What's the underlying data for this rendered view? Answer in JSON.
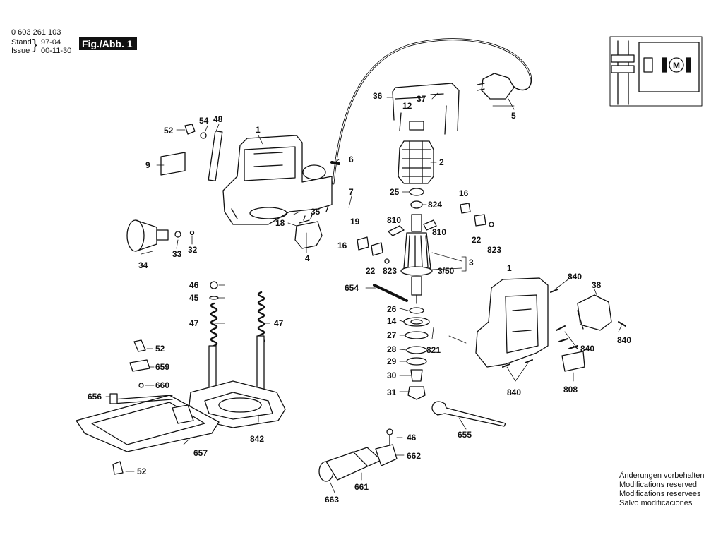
{
  "header": {
    "part_number": "0 603 261 103",
    "stand_label": "Stand",
    "stand_value": "97-04",
    "issue_label": "Issue",
    "issue_value": "00-11-30",
    "figure_label": "Fig./Abb. 1"
  },
  "labels": {
    "l1a": "1",
    "l1b": "1",
    "l2": "2",
    "l3": "3",
    "l3_50": "3/50",
    "l4": "4",
    "l5": "5",
    "l6": "6",
    "l7": "7",
    "l9": "9",
    "l12": "12",
    "l14": "14",
    "l16a": "16",
    "l16b": "16",
    "l18": "18",
    "l19": "19",
    "l22a": "22",
    "l22b": "22",
    "l25": "25",
    "l26": "26",
    "l27": "27",
    "l28": "28",
    "l29": "29",
    "l30": "30",
    "l31": "31",
    "l32": "32",
    "l33": "33",
    "l34": "34",
    "l35": "35",
    "l36": "36",
    "l37": "37",
    "l38": "38",
    "l45": "45",
    "l46a": "46",
    "l46b": "46",
    "l47a": "47",
    "l47b": "47",
    "l48": "48",
    "l52a": "52",
    "l52b": "52",
    "l52c": "52",
    "l54": "54",
    "l654": "654",
    "l655": "655",
    "l656": "656",
    "l657": "657",
    "l659": "659",
    "l660": "660",
    "l661": "661",
    "l662": "662",
    "l663": "663",
    "l808": "808",
    "l810a": "810",
    "l810b": "810",
    "l821": "821",
    "l823a": "823",
    "l823b": "823",
    "l824": "824",
    "l840a": "840",
    "l840b": "840",
    "l840c": "840",
    "l840d": "840",
    "l842": "842"
  },
  "notes": [
    "Änderungen vorbehalten",
    "Modifications reserved",
    "Modifications reservees",
    "Salvo modificaciones"
  ]
}
